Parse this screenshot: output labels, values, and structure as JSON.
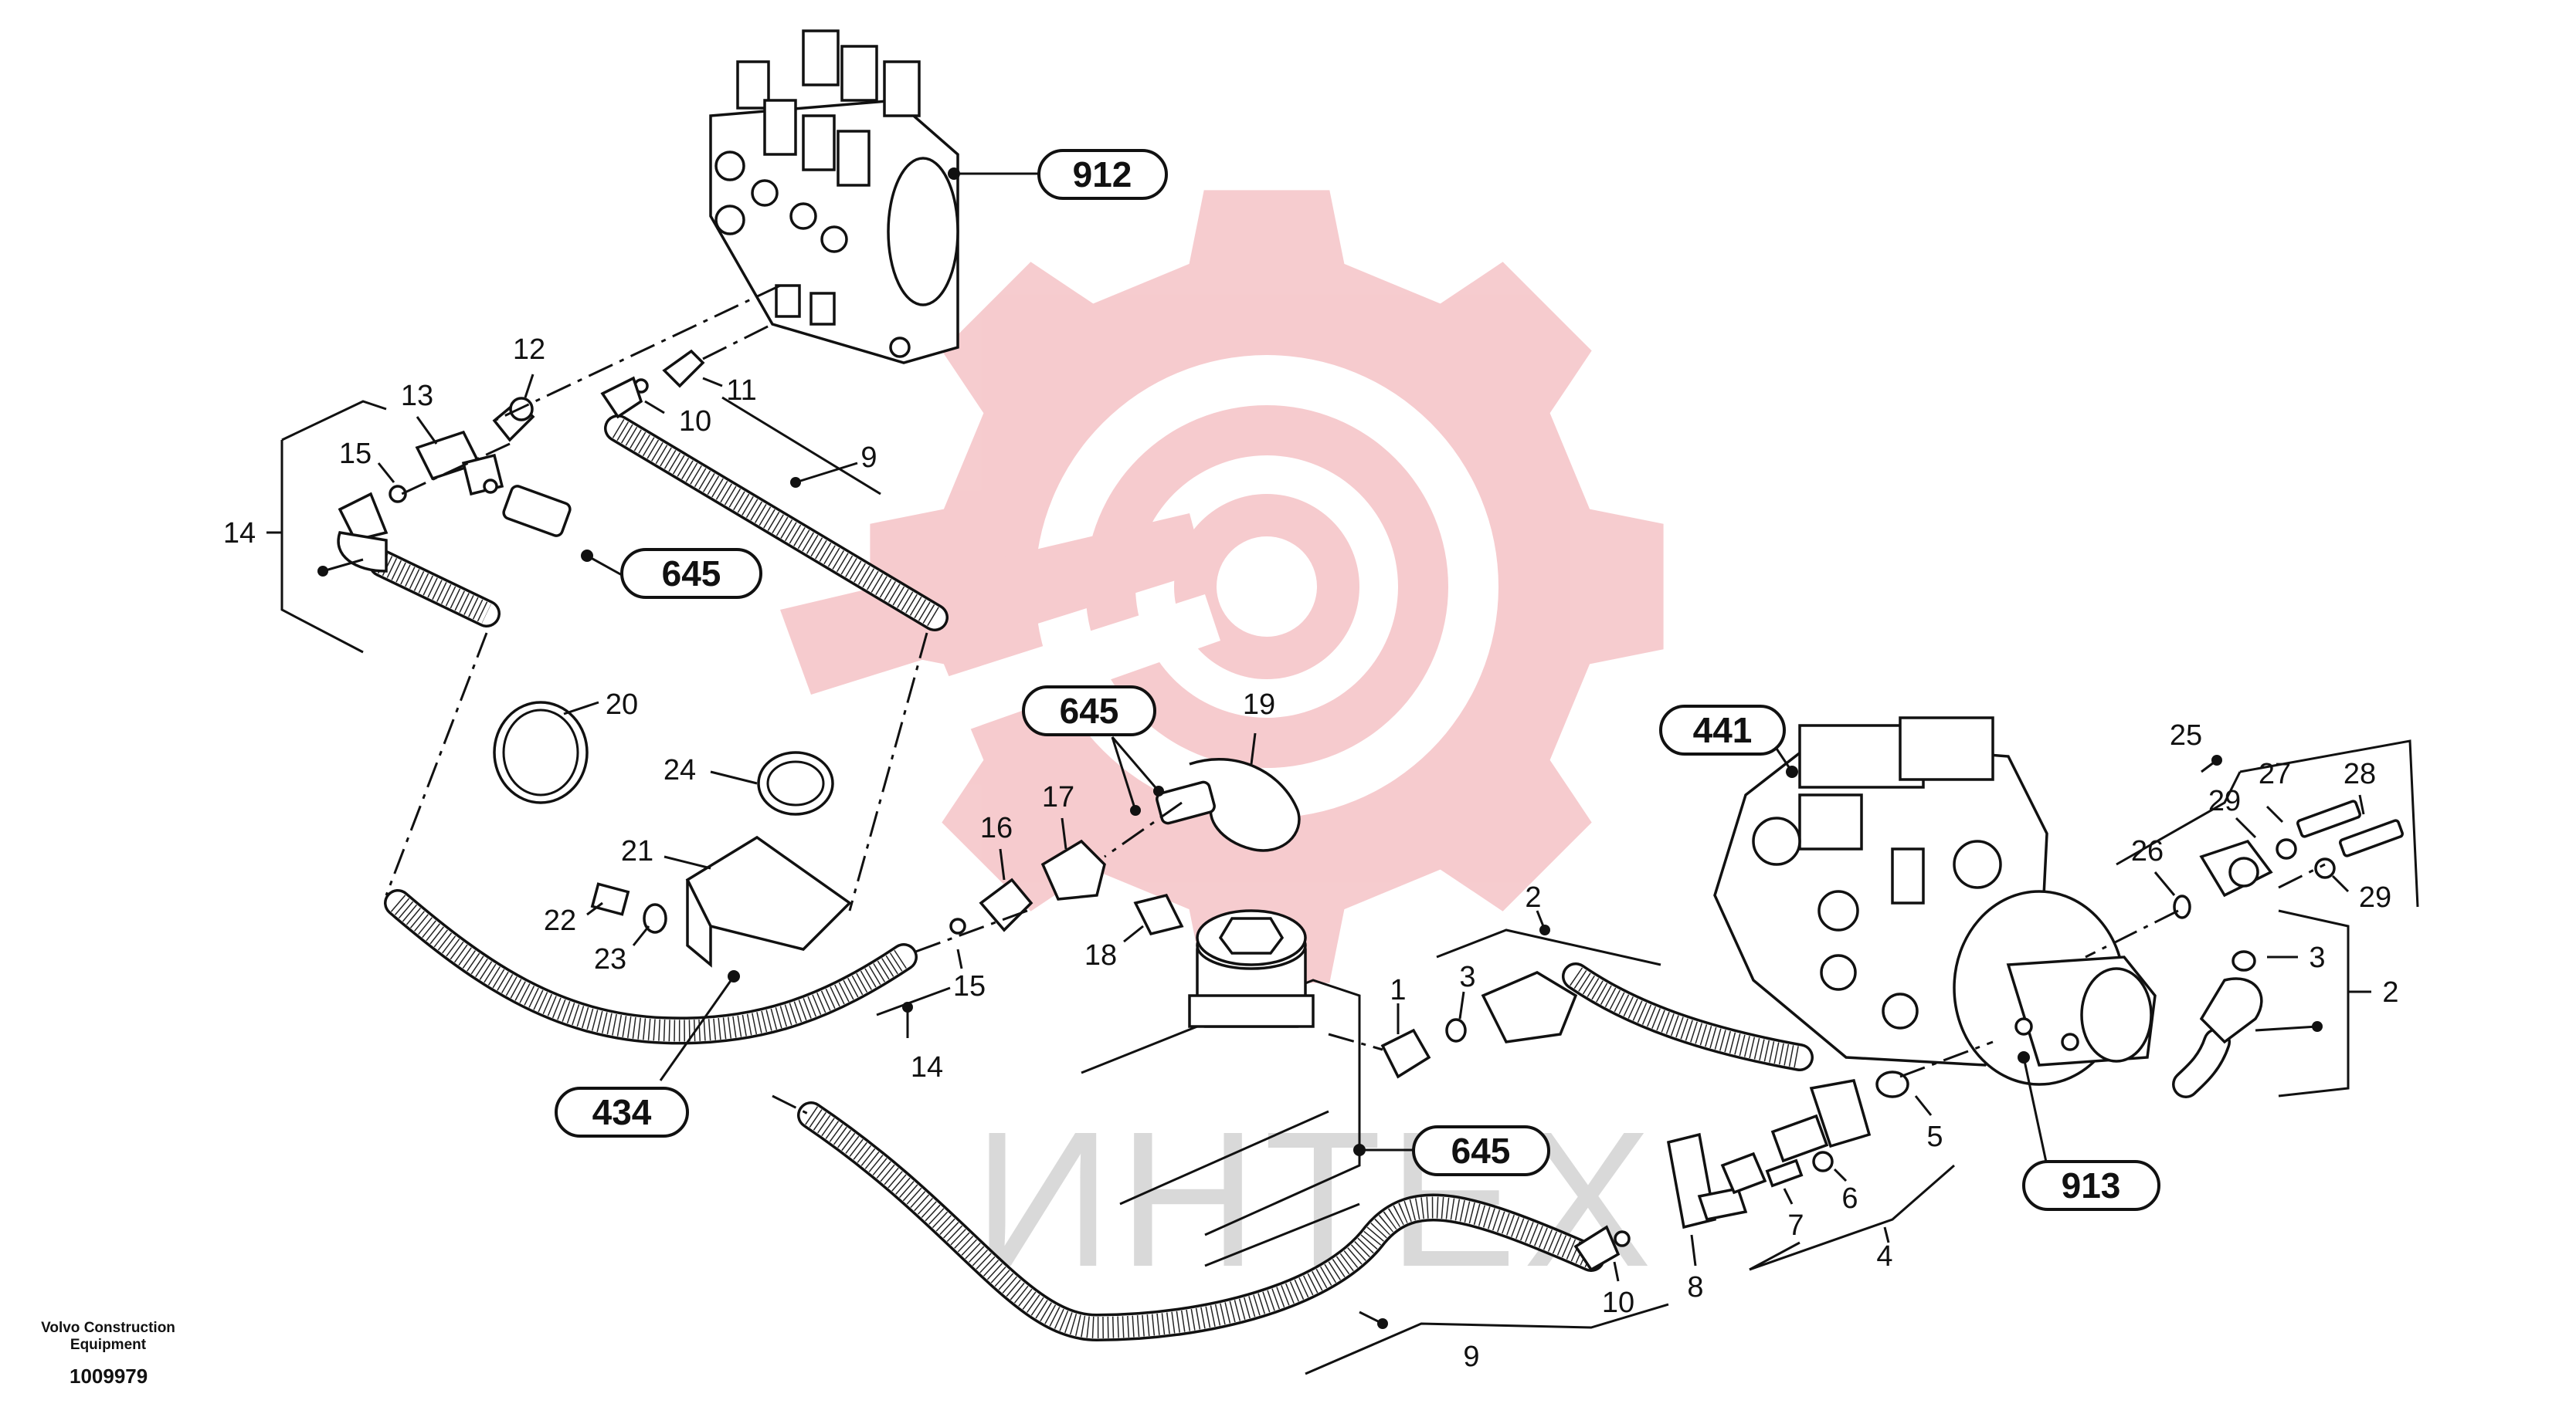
{
  "callouts": {
    "c912": "912",
    "c645_top": "645",
    "c645_mid": "645",
    "c441": "441",
    "c434": "434",
    "c645_bot": "645",
    "c913": "913"
  },
  "labels": {
    "l1": "1",
    "l2a": "2",
    "l2b": "2",
    "l3a": "3",
    "l3b": "3",
    "l4": "4",
    "l5": "5",
    "l6": "6",
    "l7": "7",
    "l8": "8",
    "l9a": "9",
    "l9b": "9",
    "l10a": "10",
    "l10b": "10",
    "l11": "11",
    "l12": "12",
    "l13": "13",
    "l14a": "14",
    "l14b": "14",
    "l15a": "15",
    "l15b": "15",
    "l16": "16",
    "l17": "17",
    "l18": "18",
    "l19": "19",
    "l20": "20",
    "l21": "21",
    "l22": "22",
    "l23": "23",
    "l24": "24",
    "l25": "25",
    "l26": "26",
    "l27": "27",
    "l28": "28",
    "l29a": "29",
    "l29b": "29"
  },
  "watermark_text": "ИНТЕХ",
  "footer": {
    "company_line1": "Volvo Construction",
    "company_line2": "Equipment",
    "drawing_number": "1009979"
  },
  "colors": {
    "watermark_gear": "#f6c9cc",
    "watermark_text": "#d9d9d9",
    "line": "#111111"
  }
}
